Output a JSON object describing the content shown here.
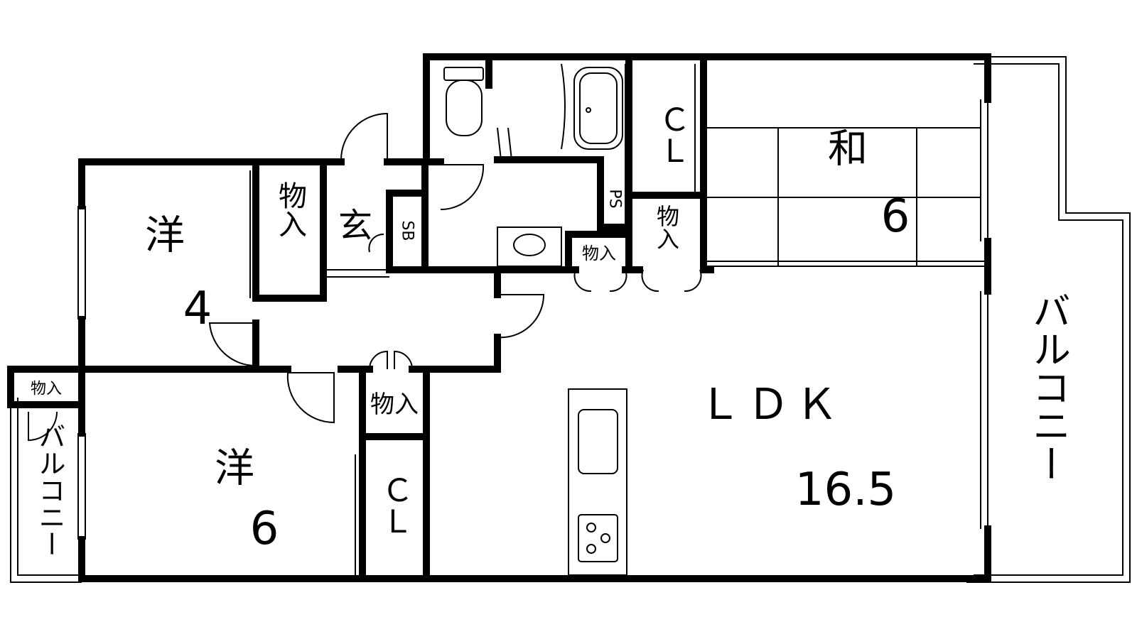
{
  "floor_plan": {
    "rooms": {
      "western_small": {
        "label": "洋",
        "size": "4"
      },
      "western_large": {
        "label": "洋",
        "size": "6"
      },
      "japanese": {
        "label": "和",
        "size": "6"
      },
      "ldk": {
        "label": "ＬＤＫ",
        "size": "16.5"
      }
    },
    "closets": {
      "cl_top": "ＣＬ",
      "cl_bottom": "ＣＬ"
    },
    "storage": {
      "storage_a": "物入",
      "storage_b": "物入",
      "storage_c": "物入",
      "storage_d": "物入",
      "storage_e": "物入"
    },
    "entrance": "玄",
    "shoe_box": "SB",
    "pipe_space": "PS",
    "balcony_main": "バルコニー",
    "balcony_side": "バルコニー"
  }
}
